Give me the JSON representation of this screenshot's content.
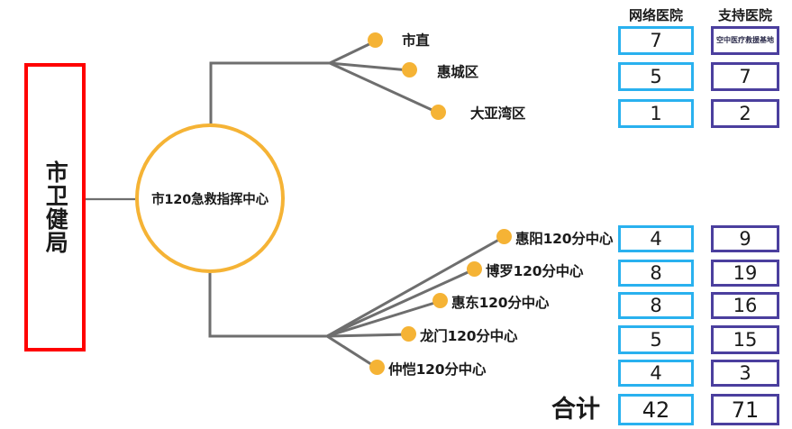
{
  "authority": {
    "label": "市卫健局"
  },
  "center": {
    "label": "市120急救指挥中心"
  },
  "table": {
    "headers": {
      "network": "网络医院",
      "support": "支持医院"
    },
    "total_label": "合计"
  },
  "branches": {
    "top": [
      {
        "label": "市直",
        "network": "7",
        "support": "空中医疗\n救援基地",
        "support_is_note": true
      },
      {
        "label": "惠城区",
        "network": "5",
        "support": "7",
        "support_is_note": false
      },
      {
        "label": "大亚湾区",
        "network": "1",
        "support": "2",
        "support_is_note": false
      }
    ],
    "bottom": [
      {
        "label": "惠阳120分中心",
        "network": "4",
        "support": "9",
        "support_is_note": false
      },
      {
        "label": "博罗120分中心",
        "network": "8",
        "support": "19",
        "support_is_note": false
      },
      {
        "label": "惠东120分中心",
        "network": "8",
        "support": "16",
        "support_is_note": false
      },
      {
        "label": "龙门120分中心",
        "network": "5",
        "support": "15",
        "support_is_note": false
      },
      {
        "label": "仲恺120分中心",
        "network": "4",
        "support": "3",
        "support_is_note": false
      }
    ]
  },
  "totals": {
    "network": "42",
    "support": "71"
  },
  "cells": {
    "network": {
      "r0": "7",
      "r1": "5",
      "r2": "1",
      "r3": "4",
      "r4": "8",
      "r5": "8",
      "r6": "5",
      "r7": "4",
      "total": "42"
    },
    "support": {
      "r0_line1": "空中医疗",
      "r0_line2": "救援基地",
      "r1": "7",
      "r2": "2",
      "r3": "9",
      "r4": "19",
      "r5": "16",
      "r6": "15",
      "r7": "3",
      "total": "71"
    }
  },
  "leaves": {
    "top": {
      "l0": "市直",
      "l1": "惠城区",
      "l2": "大亚湾区"
    },
    "bottom": {
      "l0": "惠阳120分中心",
      "l1": "博罗120分中心",
      "l2": "惠东120分中心",
      "l3": "龙门120分中心",
      "l4": "仲恺120分中心"
    }
  },
  "colors": {
    "authority_border": "#ff0000",
    "circle_border": "#f5b335",
    "dot": "#f5b335",
    "connector": "#6e6e6e",
    "network_border": "#29b1ef",
    "support_border": "#4b3f9e"
  }
}
